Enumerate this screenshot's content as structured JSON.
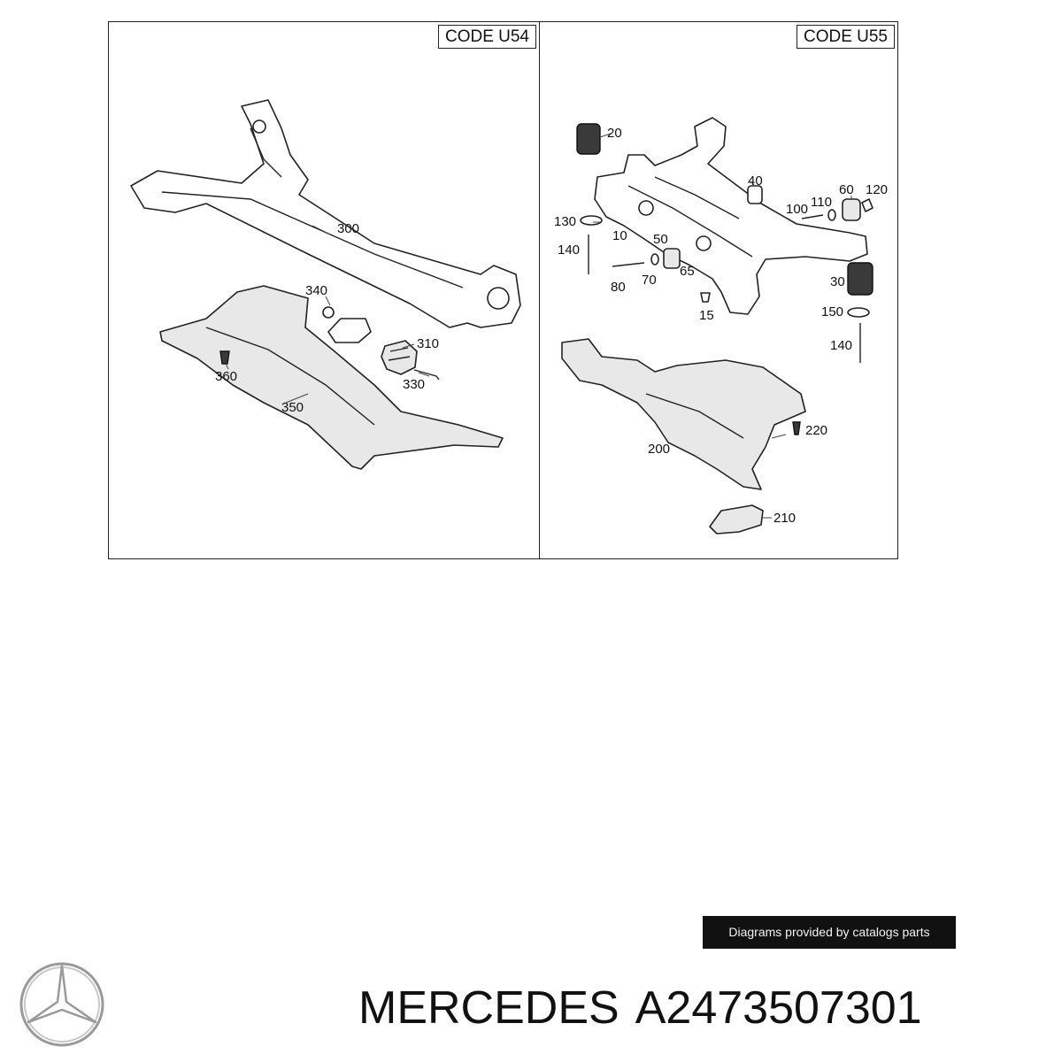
{
  "panels": {
    "left": {
      "code": "CODE U54",
      "callouts": [
        "300",
        "340",
        "310",
        "360",
        "330",
        "350"
      ]
    },
    "right": {
      "code": "CODE U55",
      "callouts": [
        "20",
        "40",
        "60",
        "120",
        "110",
        "100",
        "130",
        "10",
        "50",
        "140",
        "80",
        "70",
        "65",
        "15",
        "30",
        "150",
        "140",
        "220",
        "200",
        "210"
      ]
    }
  },
  "credit": "Diagrams provided by catalogs parts",
  "brand": {
    "name": "MERCEDES",
    "part_number": "A2473507301",
    "logo_icon": "mercedes-star-icon"
  }
}
